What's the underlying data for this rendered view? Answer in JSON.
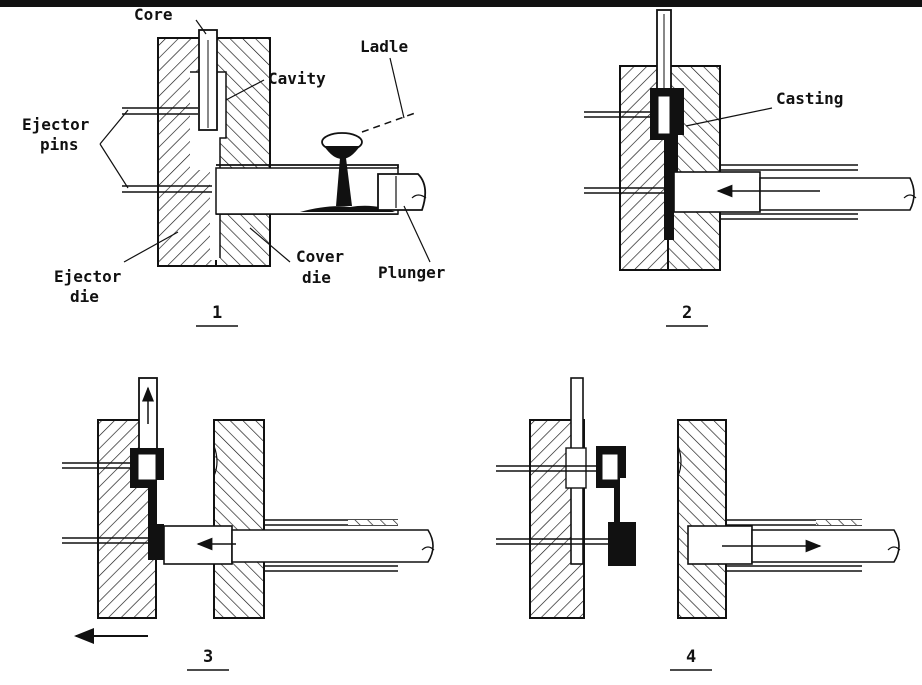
{
  "panels": [
    {
      "number": "1",
      "labels": {
        "core": "Core",
        "cavity": "Cavity",
        "ladle": "Ladle",
        "ejector_pins_line1": "Ejector",
        "ejector_pins_line2": "pins",
        "ejector_die_line1": "Ejector",
        "ejector_die_line2": "die",
        "cover_die_line1": "Cover",
        "cover_die_line2": "die",
        "plunger": "Plunger"
      }
    },
    {
      "number": "2",
      "labels": {
        "casting": "Casting"
      }
    },
    {
      "number": "3"
    },
    {
      "number": "4"
    }
  ],
  "colors": {
    "ink": "#111111",
    "paper": "#ffffff"
  }
}
